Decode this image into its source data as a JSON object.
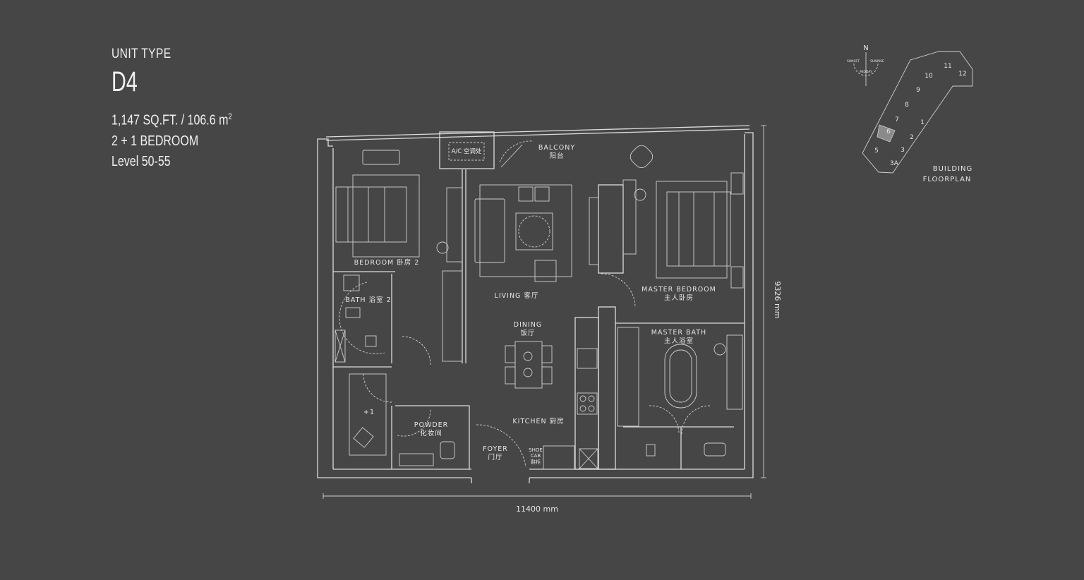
{
  "unit": {
    "type_label": "UNIT TYPE",
    "code": "D4",
    "area": "1,147 SQ.FT. / 106.6 m",
    "area_sup": "2",
    "bedrooms": "2 + 1 BEDROOM",
    "levels": "Level 50-55"
  },
  "rooms": {
    "bedroom2": "BEDROOM 卧房 2",
    "bath2": "BATH 浴室 2",
    "ac": "A/C 空调处",
    "balcony_en": "BALCONY",
    "balcony_cn": "阳台",
    "living": "LIVING 客厅",
    "dining_en": "DINING",
    "dining_cn": "饭厅",
    "kitchen": "KITCHEN 厨房",
    "plus1": "+1",
    "powder_en": "POWDER",
    "powder_cn": "化妆间",
    "foyer_en": "FOYER",
    "foyer_cn": "门厅",
    "shoe1": "SHOE",
    "shoe2": "CAB",
    "shoe3": "鞋柜",
    "master_bed_en": "MASTER BEDROOM",
    "master_bed_cn": "主人卧房",
    "master_bath_en": "MASTER BATH",
    "master_bath_cn": "主人浴室"
  },
  "dimensions": {
    "width": "11400 mm",
    "depth": "9326 mm"
  },
  "key_plan": {
    "north": "N",
    "sunset": "SUNSET",
    "sunrise": "SUNRISE",
    "noon": "MIDDAY",
    "units": [
      "1",
      "2",
      "3",
      "3A",
      "5",
      "6",
      "7",
      "8",
      "9",
      "10",
      "11",
      "12"
    ],
    "highlighted_unit": "6",
    "title1": "BUILDING",
    "title2": "FLOORPLAN"
  },
  "colors": {
    "background": "#464646",
    "lines": "#dcdcdc",
    "highlight": "#8a8a8a"
  }
}
